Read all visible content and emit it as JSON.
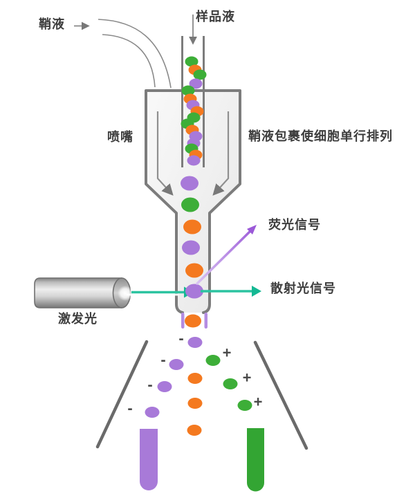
{
  "title": "flow-cytometry-cell-sorting-diagram",
  "labels": {
    "sheath": "鞘液",
    "sample": "样品液",
    "nozzle": "喷嘴",
    "sheath_wrap": "鞘液包裹使细胞单行排列",
    "fluorescence": "荧光信号",
    "scatter": "散射光信号",
    "excitation": "激发光"
  },
  "signs": {
    "minus": "-",
    "plus": "+"
  },
  "colors": {
    "cell_purple": "#a879d9",
    "cell_green": "#3dae38",
    "cell_orange": "#f4791f",
    "tube_purple": "#a87ad8",
    "tube_green": "#33a533",
    "beam_teal": "#2cc3a0",
    "beam_teal_dark": "#14b893",
    "arrow_purple": "#9b59d8",
    "electrode_purple": "#b48ce2",
    "outline_gray": "#7c7c7c",
    "plate_gray": "#6a6a6a",
    "thin_line_gray": "#8a8a8a",
    "sign_gray": "#4a4a4a",
    "text": "#3d3d3d"
  },
  "cells": {
    "mixed_in_tube": [
      [
        277,
        89,
        "green"
      ],
      [
        282,
        101,
        "orange"
      ],
      [
        289,
        108,
        "green"
      ],
      [
        283,
        121,
        "purple"
      ],
      [
        272,
        131,
        "green"
      ],
      [
        275,
        143,
        "orange"
      ],
      [
        279,
        152,
        "purple"
      ],
      [
        285,
        161,
        "orange"
      ],
      [
        280,
        170,
        "green"
      ],
      [
        271,
        179,
        "green"
      ],
      [
        278,
        188,
        "orange"
      ],
      [
        283,
        197,
        "purple"
      ],
      [
        280,
        207,
        "purple"
      ],
      [
        277,
        215,
        "green"
      ],
      [
        283,
        224,
        "orange"
      ],
      [
        280,
        232,
        "purple"
      ]
    ],
    "single_file": [
      [
        274,
        265,
        "purple"
      ],
      [
        275,
        296,
        "green"
      ],
      [
        278,
        328,
        "orange"
      ],
      [
        276,
        358,
        "purple"
      ],
      [
        281,
        391,
        "orange"
      ],
      [
        281,
        421,
        "purple"
      ]
    ],
    "charging_cell": [
      279,
      464
    ],
    "droplets": {
      "negative": [
        [
          282,
          495
        ],
        [
          255,
          527
        ],
        [
          238,
          559
        ],
        [
          220,
          596
        ]
      ],
      "neutral": [
        [
          282,
          547
        ],
        [
          282,
          583
        ],
        [
          281,
          622
        ]
      ],
      "positive": [
        [
          308,
          521
        ],
        [
          333,
          555
        ],
        [
          354,
          586
        ]
      ]
    },
    "minus_signs": [
      [
        262,
        489
      ],
      [
        236,
        520
      ],
      [
        217,
        556
      ],
      [
        188,
        590
      ]
    ],
    "plus_signs": [
      [
        328,
        510
      ],
      [
        357,
        546
      ],
      [
        373,
        581
      ]
    ]
  }
}
